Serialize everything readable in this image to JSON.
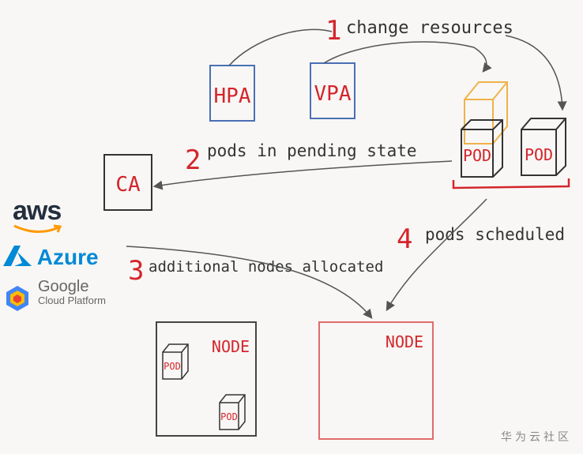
{
  "labels": {
    "step1_num": "1",
    "step1_text": "change resources",
    "step2_num": "2",
    "step2_text": "pods in pending state",
    "step3_num": "3",
    "step3_text": "additional nodes allocated",
    "step4_num": "4",
    "step4_text": "pods scheduled"
  },
  "boxes": {
    "hpa": "HPA",
    "vpa": "VPA",
    "ca": "CA",
    "pod": "POD",
    "node": "NODE"
  },
  "clouds": {
    "aws": "aws",
    "azure": "Azure",
    "google": "Google",
    "google_sub": "Cloud Platform"
  },
  "watermark": "华为云社区",
  "colors": {
    "red": "#d4252b",
    "blue": "#4a6fb5",
    "orange": "#f0b24a",
    "pencil": "#555555"
  }
}
